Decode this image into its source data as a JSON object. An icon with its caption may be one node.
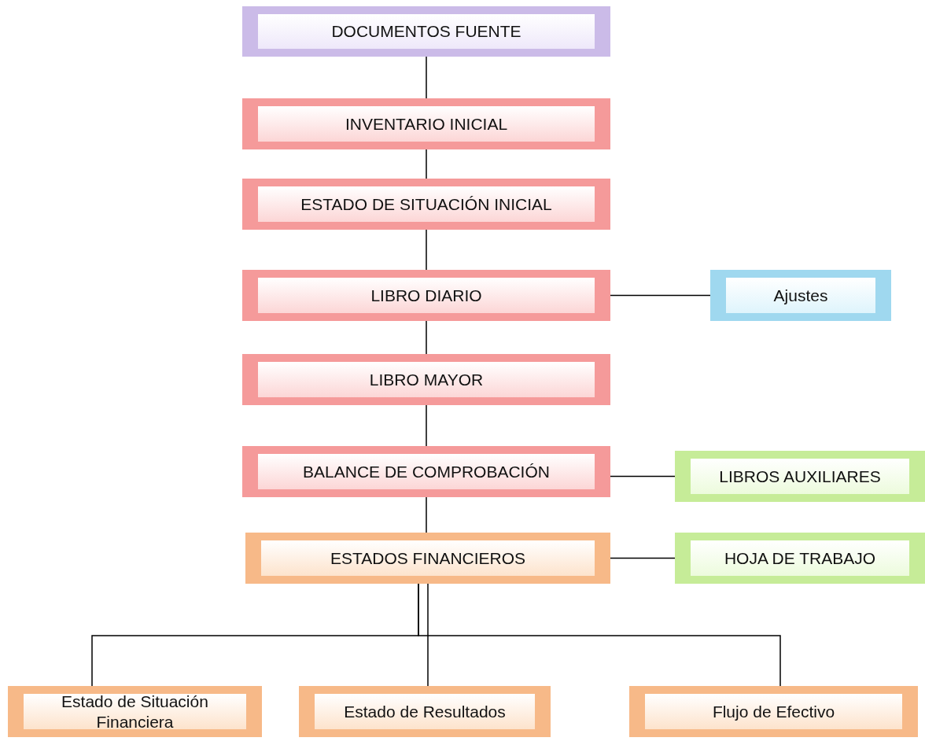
{
  "diagram": {
    "nodes": [
      {
        "text": [
          "DOCUMENTOS FUENTE"
        ]
      },
      {
        "text": [
          "INVENTARIO INICIAL"
        ]
      },
      {
        "text": [
          "ESTADO DE SITUACIÓN INICIAL"
        ]
      },
      {
        "text": [
          "LIBRO DIARIO"
        ]
      },
      {
        "text": [
          "Ajustes"
        ]
      },
      {
        "text": [
          "LIBRO MAYOR"
        ]
      },
      {
        "text": [
          "BALANCE DE COMPROBACIÓN"
        ]
      },
      {
        "text": [
          "LIBROS AUXILIARES"
        ]
      },
      {
        "text": [
          "ESTADOS FINANCIEROS"
        ]
      },
      {
        "text": [
          "HOJA DE TRABAJO"
        ]
      },
      {
        "text": [
          "Estado de Situación Financiera"
        ]
      },
      {
        "text": [
          "Estado de Resultados"
        ]
      },
      {
        "text": [
          "Flujo de Efectivo"
        ]
      }
    ],
    "edges": [
      {
        "from": 0,
        "to": 1,
        "arrow": "none"
      },
      {
        "from": 1,
        "to": 2,
        "arrow": "none"
      },
      {
        "from": 2,
        "to": 3,
        "arrow": "none"
      },
      {
        "from": 3,
        "to": 4,
        "arrow": "none"
      },
      {
        "from": 3,
        "to": 5,
        "arrow": "none"
      },
      {
        "from": 5,
        "to": 6,
        "arrow": "none"
      },
      {
        "from": 6,
        "to": 7,
        "arrow": "none"
      },
      {
        "from": 6,
        "to": 8,
        "arrow": "none"
      },
      {
        "from": 8,
        "to": 9,
        "arrow": "none"
      },
      {
        "from": 8,
        "to": 10,
        "arrow": "none"
      },
      {
        "from": 8,
        "to": 11,
        "arrow": "none"
      },
      {
        "from": 8,
        "to": 12,
        "arrow": "none"
      }
    ]
  }
}
